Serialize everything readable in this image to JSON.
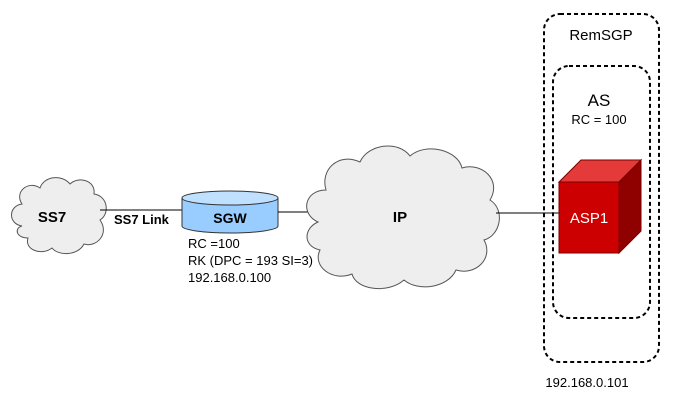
{
  "nodes": {
    "ss7_cloud": {
      "label": "SS7"
    },
    "ip_cloud": {
      "label": "IP"
    },
    "sgw": {
      "label": "SGW",
      "rc": "RC =100",
      "rk": "RK (DPC = 193 SI=3)",
      "ip_address": "192.168.0.100"
    },
    "remsgp": {
      "label": "RemSGP",
      "ip_address": "192.168.0.101"
    },
    "as": {
      "label": "AS",
      "rc": "RC = 100"
    },
    "asp1": {
      "label": "ASP1"
    }
  },
  "links": {
    "ss7_link": {
      "label": "SS7 Link"
    }
  },
  "colors": {
    "asp_front": "#cc0000",
    "asp_top": "#e43a3a",
    "asp_side": "#8f0000",
    "sgw_fill": "#99ccff",
    "cloud_fill": "#eeeeee",
    "line": "#000000"
  }
}
